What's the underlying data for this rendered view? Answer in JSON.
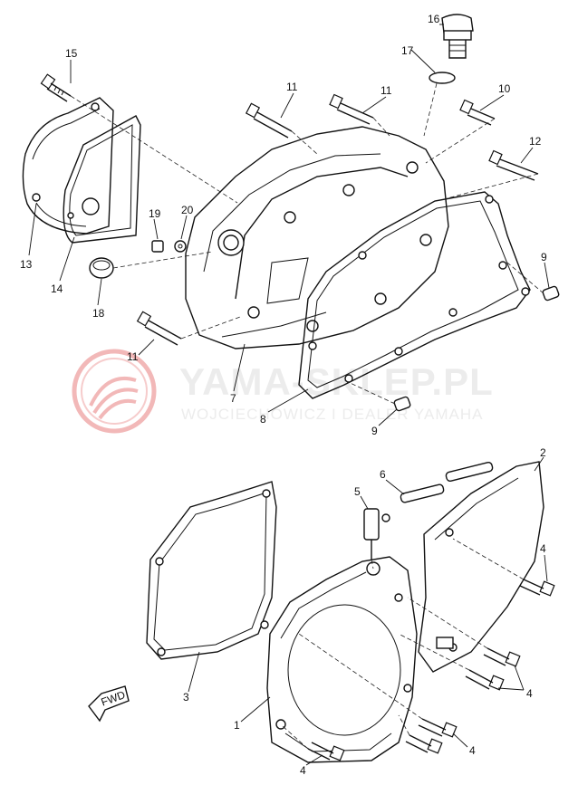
{
  "watermark": {
    "brand": "YAMA-SKLEP.PL",
    "subtitle": "WOJCIECHOWICZ I DEALER YAMAHA",
    "logo_color": "#f2b8b8"
  },
  "fwd_label": "FWD",
  "callouts": {
    "c1": "1",
    "c2": "2",
    "c3": "3",
    "c4a": "4",
    "c4b": "4",
    "c4c": "4",
    "c4d": "4",
    "c5": "5",
    "c6": "6",
    "c7": "7",
    "c8": "8",
    "c9a": "9",
    "c9b": "9",
    "c10": "10",
    "c11a": "11",
    "c11b": "11",
    "c11c": "11",
    "c12": "12",
    "c13": "13",
    "c14": "14",
    "c15": "15",
    "c16": "16",
    "c17": "17",
    "c18": "18",
    "c19": "19",
    "c20": "20"
  }
}
